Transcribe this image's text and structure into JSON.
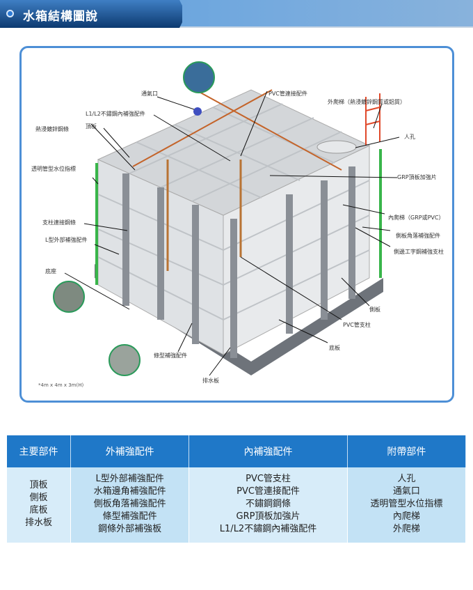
{
  "header": {
    "title": "水箱結構圖說"
  },
  "diagram": {
    "labels": {
      "vent": "通氣口",
      "pvc_connector": "PVC管連接配件",
      "inner_reinforce": "L1/L2不鏽鋼內補強配件",
      "roof": "頂板",
      "galvanized_bar": "熱浸鍍鋅鋼條",
      "level_indicator": "透明管型水位指標",
      "column_connector": "支柱連接鋼條",
      "l_reinforce": "L型外部補強配件",
      "base": "底座",
      "outer_ladder": "外爬梯（熱浸鍍鋅鋼質或鋁質）",
      "manhole": "人孔",
      "grp_roof_plate": "GRP頂板加強片",
      "inner_ladder": "內爬梯（GRP或PVC）",
      "corner_reinforce": "側板角落補強配件",
      "i_beam_column": "側邊工字鋼補強支柱",
      "side_panel": "側板",
      "pvc_column": "PVC管支柱",
      "bottom_panel": "底板",
      "strip_reinforce": "條型補強配件",
      "drain_panel": "排水板"
    },
    "dimension_note": "*4m x 4m x 3m(H)"
  },
  "table": {
    "headers": [
      "主要部件",
      "外補強配件",
      "內補強配件",
      "附帶部件"
    ],
    "columns": [
      [
        "頂板",
        "側板",
        "底板",
        "排水板"
      ],
      [
        "L型外部補強配件",
        "水箱邊角補強配件",
        "側板角落補強配件",
        "條型補強配件",
        "鋼條外部補強板"
      ],
      [
        "PVC管支柱",
        "PVC管連接配件",
        "不鏽鋼鋼條",
        "GRP頂板加強片",
        "L1/L2不鏽鋼內補強配件"
      ],
      [
        "人孔",
        "通氣口",
        "透明管型水位指標",
        "內爬梯",
        "外爬梯"
      ]
    ]
  }
}
